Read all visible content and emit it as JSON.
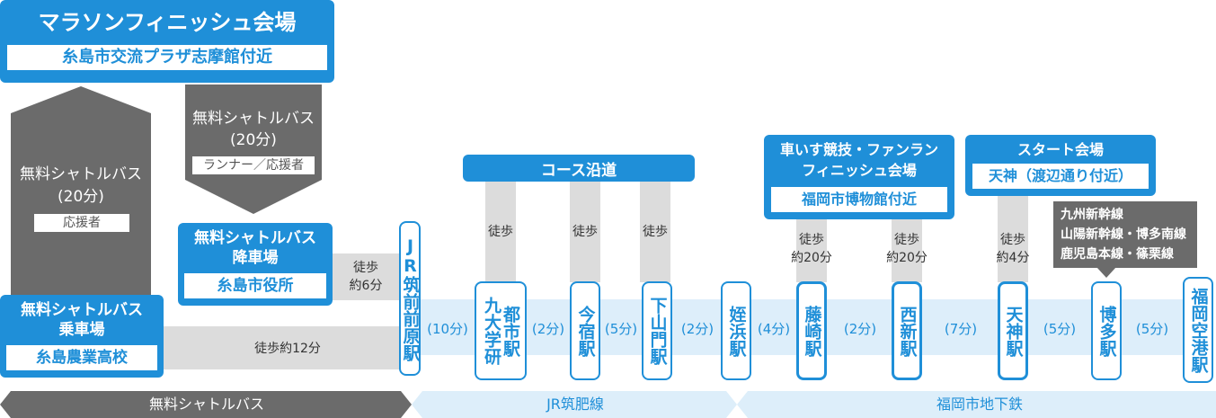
{
  "finish_venue": {
    "title": "マラソンフィニッシュ会場",
    "place": "糸島市交流プラザ志摩館付近"
  },
  "shuttle_left": {
    "line1": "無料シャトルバス",
    "line2": "(20分)",
    "tag": "応援者"
  },
  "shuttle_mid": {
    "line1": "無料シャトルバス",
    "line2": "(20分)",
    "tag": "ランナー／応援者"
  },
  "boarding": {
    "line1": "無料シャトルバス",
    "line2": "乗車場",
    "place": "糸島農業高校"
  },
  "alighting": {
    "line1": "無料シャトルバス",
    "line2": "降車場",
    "place": "糸島市役所"
  },
  "walk_12": "徒歩約12分",
  "walk_6": {
    "line1": "徒歩",
    "line2": "約6分"
  },
  "course": "コース沿道",
  "walk": "徒歩",
  "wheelchair": {
    "line1": "車いす競技・ファンラン",
    "line2": "フィニッシュ会場",
    "place": "福岡市博物館付近"
  },
  "start": {
    "line1": "スタート会場",
    "place": "天神（渡辺通り付近）"
  },
  "walk_20": {
    "line1": "徒歩",
    "line2": "約20分"
  },
  "walk_4": {
    "line1": "徒歩",
    "line2": "約4分"
  },
  "transfer": {
    "line1": "九州新幹線",
    "line2": "山陽新幹線・博多南線",
    "line3": "鹿児島本線・篠栗線"
  },
  "stations": {
    "chikuzen": "JR筑前前原駅",
    "kyudai": "九大学研",
    "kyudai2": "都市駅",
    "imajuku": "今宿駅",
    "shimoyamato": "下山門駅",
    "meinohama": "姪浜駅",
    "fujisaki": "藤崎駅",
    "nishijin": "西新駅",
    "tenjin": "天神駅",
    "hakata": "博多駅",
    "airport": "福岡空港駅"
  },
  "times": {
    "t1": "(10分)",
    "t2": "(2分)",
    "t3": "(5分)",
    "t4": "(2分)",
    "t5": "(4分)",
    "t6": "(2分)",
    "t7": "(7分)",
    "t8": "(5分)",
    "t9": "(5分)"
  },
  "lines": {
    "bus": "無料シャトルバス",
    "jr": "JR筑肥線",
    "subway": "福岡市地下鉄"
  },
  "colors": {
    "blue": "#1f8fd8",
    "dark_gray": "#6b6b6b",
    "light_gray": "#dcdcdc",
    "light_blue": "#ddeefa"
  }
}
